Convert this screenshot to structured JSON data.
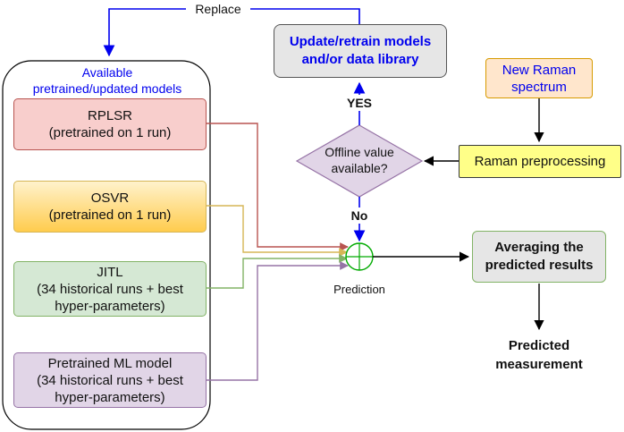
{
  "replace_label": "Replace",
  "models_panel": {
    "title_line1": "Available",
    "title_line2": "pretrained/updated models",
    "models": [
      {
        "name": "RPLSR",
        "detail_line1": "(pretrained on 1 run)",
        "detail_line2": ""
      },
      {
        "name": "OSVR",
        "detail_line1": "(pretrained on 1 run)",
        "detail_line2": ""
      },
      {
        "name": "JITL",
        "detail_line1": "(34 historical runs + best",
        "detail_line2": "hyper-parameters)"
      },
      {
        "name": "Pretrained ML model",
        "detail_line1": "(34 historical runs + best",
        "detail_line2": "hyper-parameters)"
      }
    ]
  },
  "update_box": {
    "line1": "Update/retrain models",
    "line2": "and/or data library"
  },
  "yes_label": "YES",
  "no_label": "No",
  "decision": {
    "line1": "Offline value",
    "line2": "available?"
  },
  "new_spectrum": {
    "line1": "New Raman",
    "line2": "spectrum"
  },
  "preprocessing": "Raman preprocessing",
  "prediction_label": "Prediction",
  "averaging": {
    "line1": "Averaging the",
    "line2": "predicted results"
  },
  "output": {
    "line1": "Predicted",
    "line2": "measurement"
  },
  "colors": {
    "blue": "#0000ee",
    "rplsr": "#b85450",
    "osvr": "#d6b656",
    "jitl": "#82b366",
    "ml": "#9673a6",
    "sum_node": "#00aa00"
  }
}
